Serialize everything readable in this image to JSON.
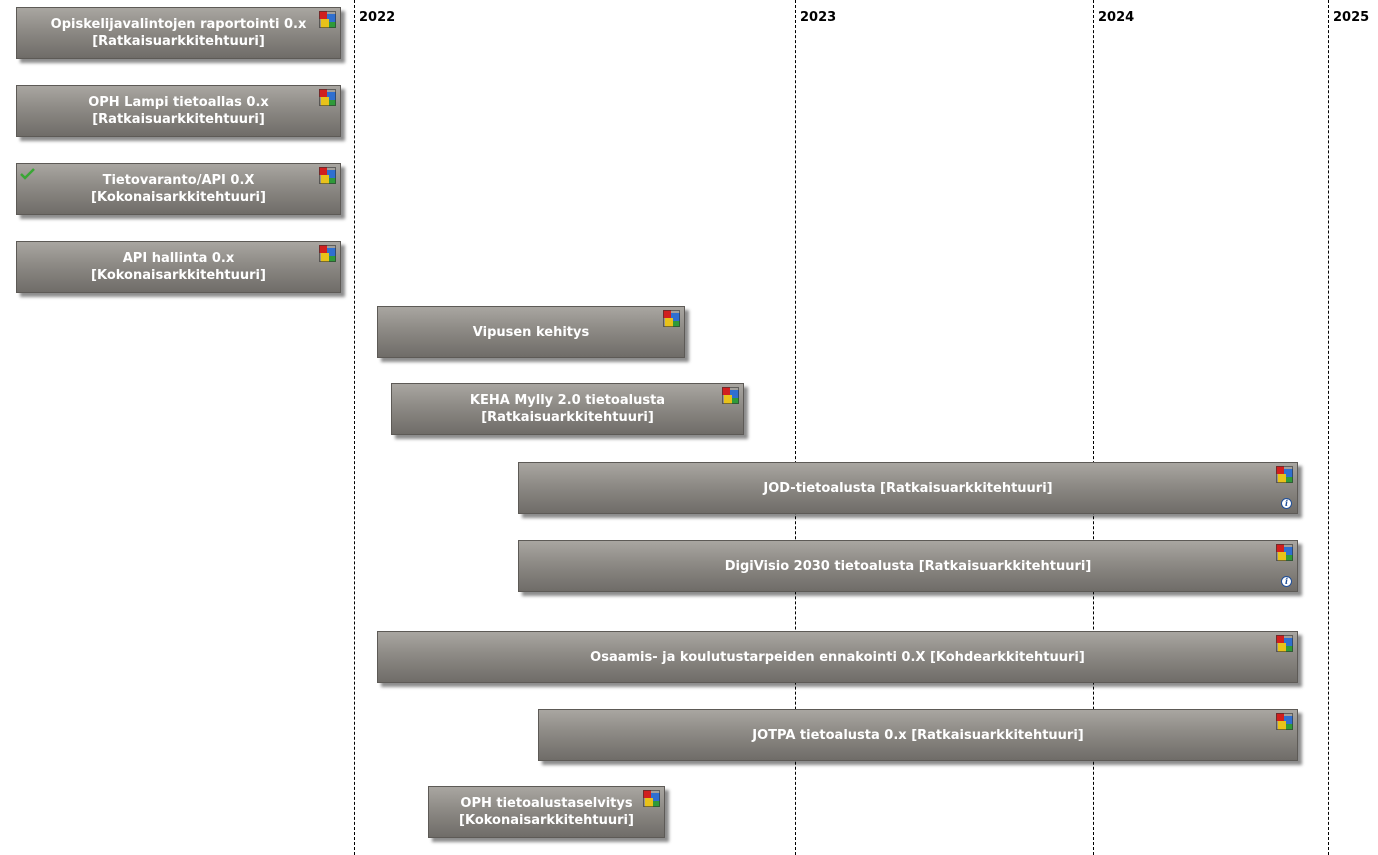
{
  "chart_data": {
    "type": "gantt",
    "axis": {
      "unit": "year",
      "ticks": [
        "2022",
        "2023",
        "2024",
        "2025"
      ]
    },
    "tasks": [
      {
        "lines": [
          "Opiskelijavalintojen raportointi 0.x",
          "[Ratkaisuarkkitehtuuri]"
        ],
        "start": "2021-04",
        "end": "2021-12",
        "check": false,
        "info": false,
        "icon": "puzzle-icon"
      },
      {
        "lines": [
          "OPH Lampi tietoallas 0.x",
          "[Ratkaisuarkkitehtuuri]"
        ],
        "start": "2021-04",
        "end": "2021-12",
        "check": false,
        "info": false,
        "icon": "puzzle-icon"
      },
      {
        "lines": [
          "Tietovaranto/API 0.X",
          "[Kokonaisarkkitehtuuri]"
        ],
        "start": "2021-04",
        "end": "2021-12",
        "check": true,
        "info": false,
        "icon": "puzzle-icon"
      },
      {
        "lines": [
          "API hallinta 0.x",
          "[Kokonaisarkkitehtuuri]"
        ],
        "start": "2021-04",
        "end": "2021-12",
        "check": false,
        "info": false,
        "icon": "puzzle-icon"
      },
      {
        "lines": [
          "Vipusen kehitys"
        ],
        "start": "2022-01-20",
        "end": "2022-10-01",
        "check": false,
        "info": false,
        "icon": "puzzle-icon"
      },
      {
        "lines": [
          "KEHA Mylly 2.0 tietoalusta",
          "[Ratkaisuarkkitehtuuri]"
        ],
        "start": "2022-02-01",
        "end": "2022-11-20",
        "check": false,
        "info": false,
        "icon": "puzzle-icon"
      },
      {
        "lines": [
          "JOD-tietoalusta [Ratkaisuarkkitehtuuri]"
        ],
        "start": "2022-05-15",
        "end": "2024-11-15",
        "check": false,
        "info": true,
        "icon": "puzzle-icon"
      },
      {
        "lines": [
          "DigiVisio 2030 tietoalusta [Ratkaisuarkkitehtuuri]"
        ],
        "start": "2022-05-15",
        "end": "2024-11-15",
        "check": false,
        "info": true,
        "icon": "puzzle-icon"
      },
      {
        "lines": [
          "Osaamis- ja koulutustarpeiden ennakointi 0.X [Kohdearkkitehtuuri]"
        ],
        "start": "2022-01-20",
        "end": "2024-11-15",
        "check": false,
        "info": false,
        "icon": "puzzle-icon"
      },
      {
        "lines": [
          "JOTPA tietoalusta 0.x [Ratkaisuarkkitehtuuri]"
        ],
        "start": "2022-06-01",
        "end": "2024-11-15",
        "check": false,
        "info": false,
        "icon": "puzzle-icon"
      },
      {
        "lines": [
          "OPH tietoalustaselvitys",
          "[Kokonaisarkkitehtuuri]"
        ],
        "start": "2022-03-01",
        "end": "2022-09-15",
        "check": false,
        "info": false,
        "icon": "puzzle-icon"
      }
    ]
  },
  "colors": {
    "bar": "#8d8a85",
    "bar_text": "#ffffff",
    "gridline": "#000000",
    "check": "#3aa635",
    "info": "#1f4f9a"
  }
}
